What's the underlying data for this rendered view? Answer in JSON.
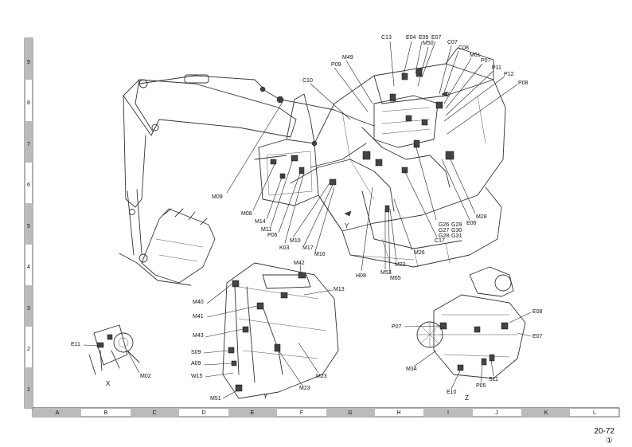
{
  "page": {
    "number": "20-72",
    "revision": "①"
  },
  "grid": {
    "columns": [
      "A",
      "B",
      "C",
      "D",
      "E",
      "F",
      "G",
      "H",
      "I",
      "J",
      "K",
      "L"
    ],
    "rows": [
      "9",
      "8",
      "7",
      "6",
      "5",
      "4",
      "3",
      "2",
      "1"
    ]
  },
  "view_labels": {
    "x": "X",
    "y_main": "Y",
    "y_detail": "Y",
    "z_main": "Z",
    "z_detail": "Z"
  },
  "callouts": {
    "main": [
      "C13",
      "E04",
      "E05",
      "E07",
      "M50",
      "C07",
      "C08",
      "M61",
      "P07",
      "P11",
      "P12",
      "P08",
      "M49",
      "P09",
      "C10",
      "M09",
      "M08",
      "M14",
      "M11",
      "P06",
      "K03",
      "M10",
      "M17",
      "M16",
      "H08",
      "M53",
      "M65",
      "M22",
      "M26",
      "C17",
      "G26",
      "G27",
      "G28",
      "G29",
      "G30",
      "G31",
      "E06",
      "M28"
    ],
    "detail_y": [
      "M42",
      "M13",
      "M40",
      "M41",
      "M43",
      "S09",
      "A09",
      "W15",
      "M51",
      "M23",
      "M23"
    ],
    "detail_x": [
      "E11",
      "M02"
    ],
    "detail_z": [
      "E08",
      "E07",
      "P07",
      "M34",
      "E10",
      "P05",
      "S11"
    ]
  }
}
